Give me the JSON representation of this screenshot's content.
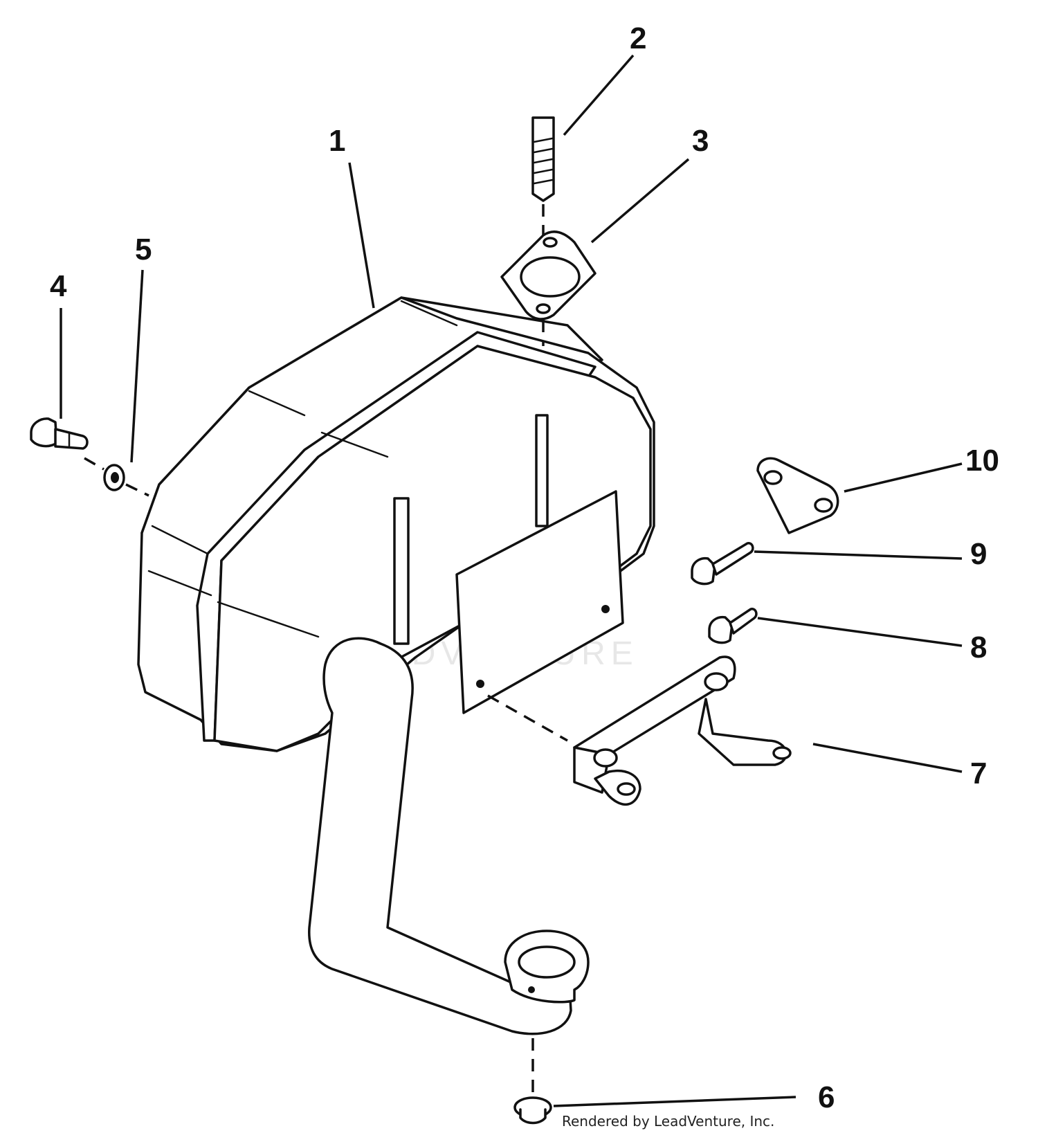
{
  "callouts": [
    {
      "id": "1",
      "label": "1"
    },
    {
      "id": "2",
      "label": "2"
    },
    {
      "id": "3",
      "label": "3"
    },
    {
      "id": "4",
      "label": "4"
    },
    {
      "id": "5",
      "label": "5"
    },
    {
      "id": "6",
      "label": "6"
    },
    {
      "id": "7",
      "label": "7"
    },
    {
      "id": "8",
      "label": "8"
    },
    {
      "id": "9",
      "label": "9"
    },
    {
      "id": "10",
      "label": "10"
    }
  ],
  "watermark": "LEADVENTURE",
  "credit": "Rendered by LeadVenture, Inc."
}
